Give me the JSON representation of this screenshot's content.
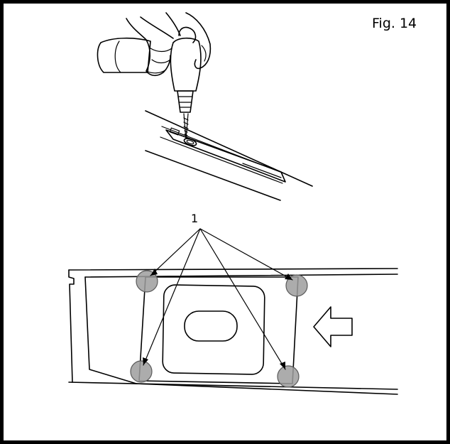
{
  "figure": {
    "label": "Fig. 14",
    "callout_number": "1",
    "colors": {
      "marker_fill": "#9e9e9e",
      "marker_stroke": "#5a5a5a",
      "line": "#000000"
    },
    "marker_count": 4
  }
}
